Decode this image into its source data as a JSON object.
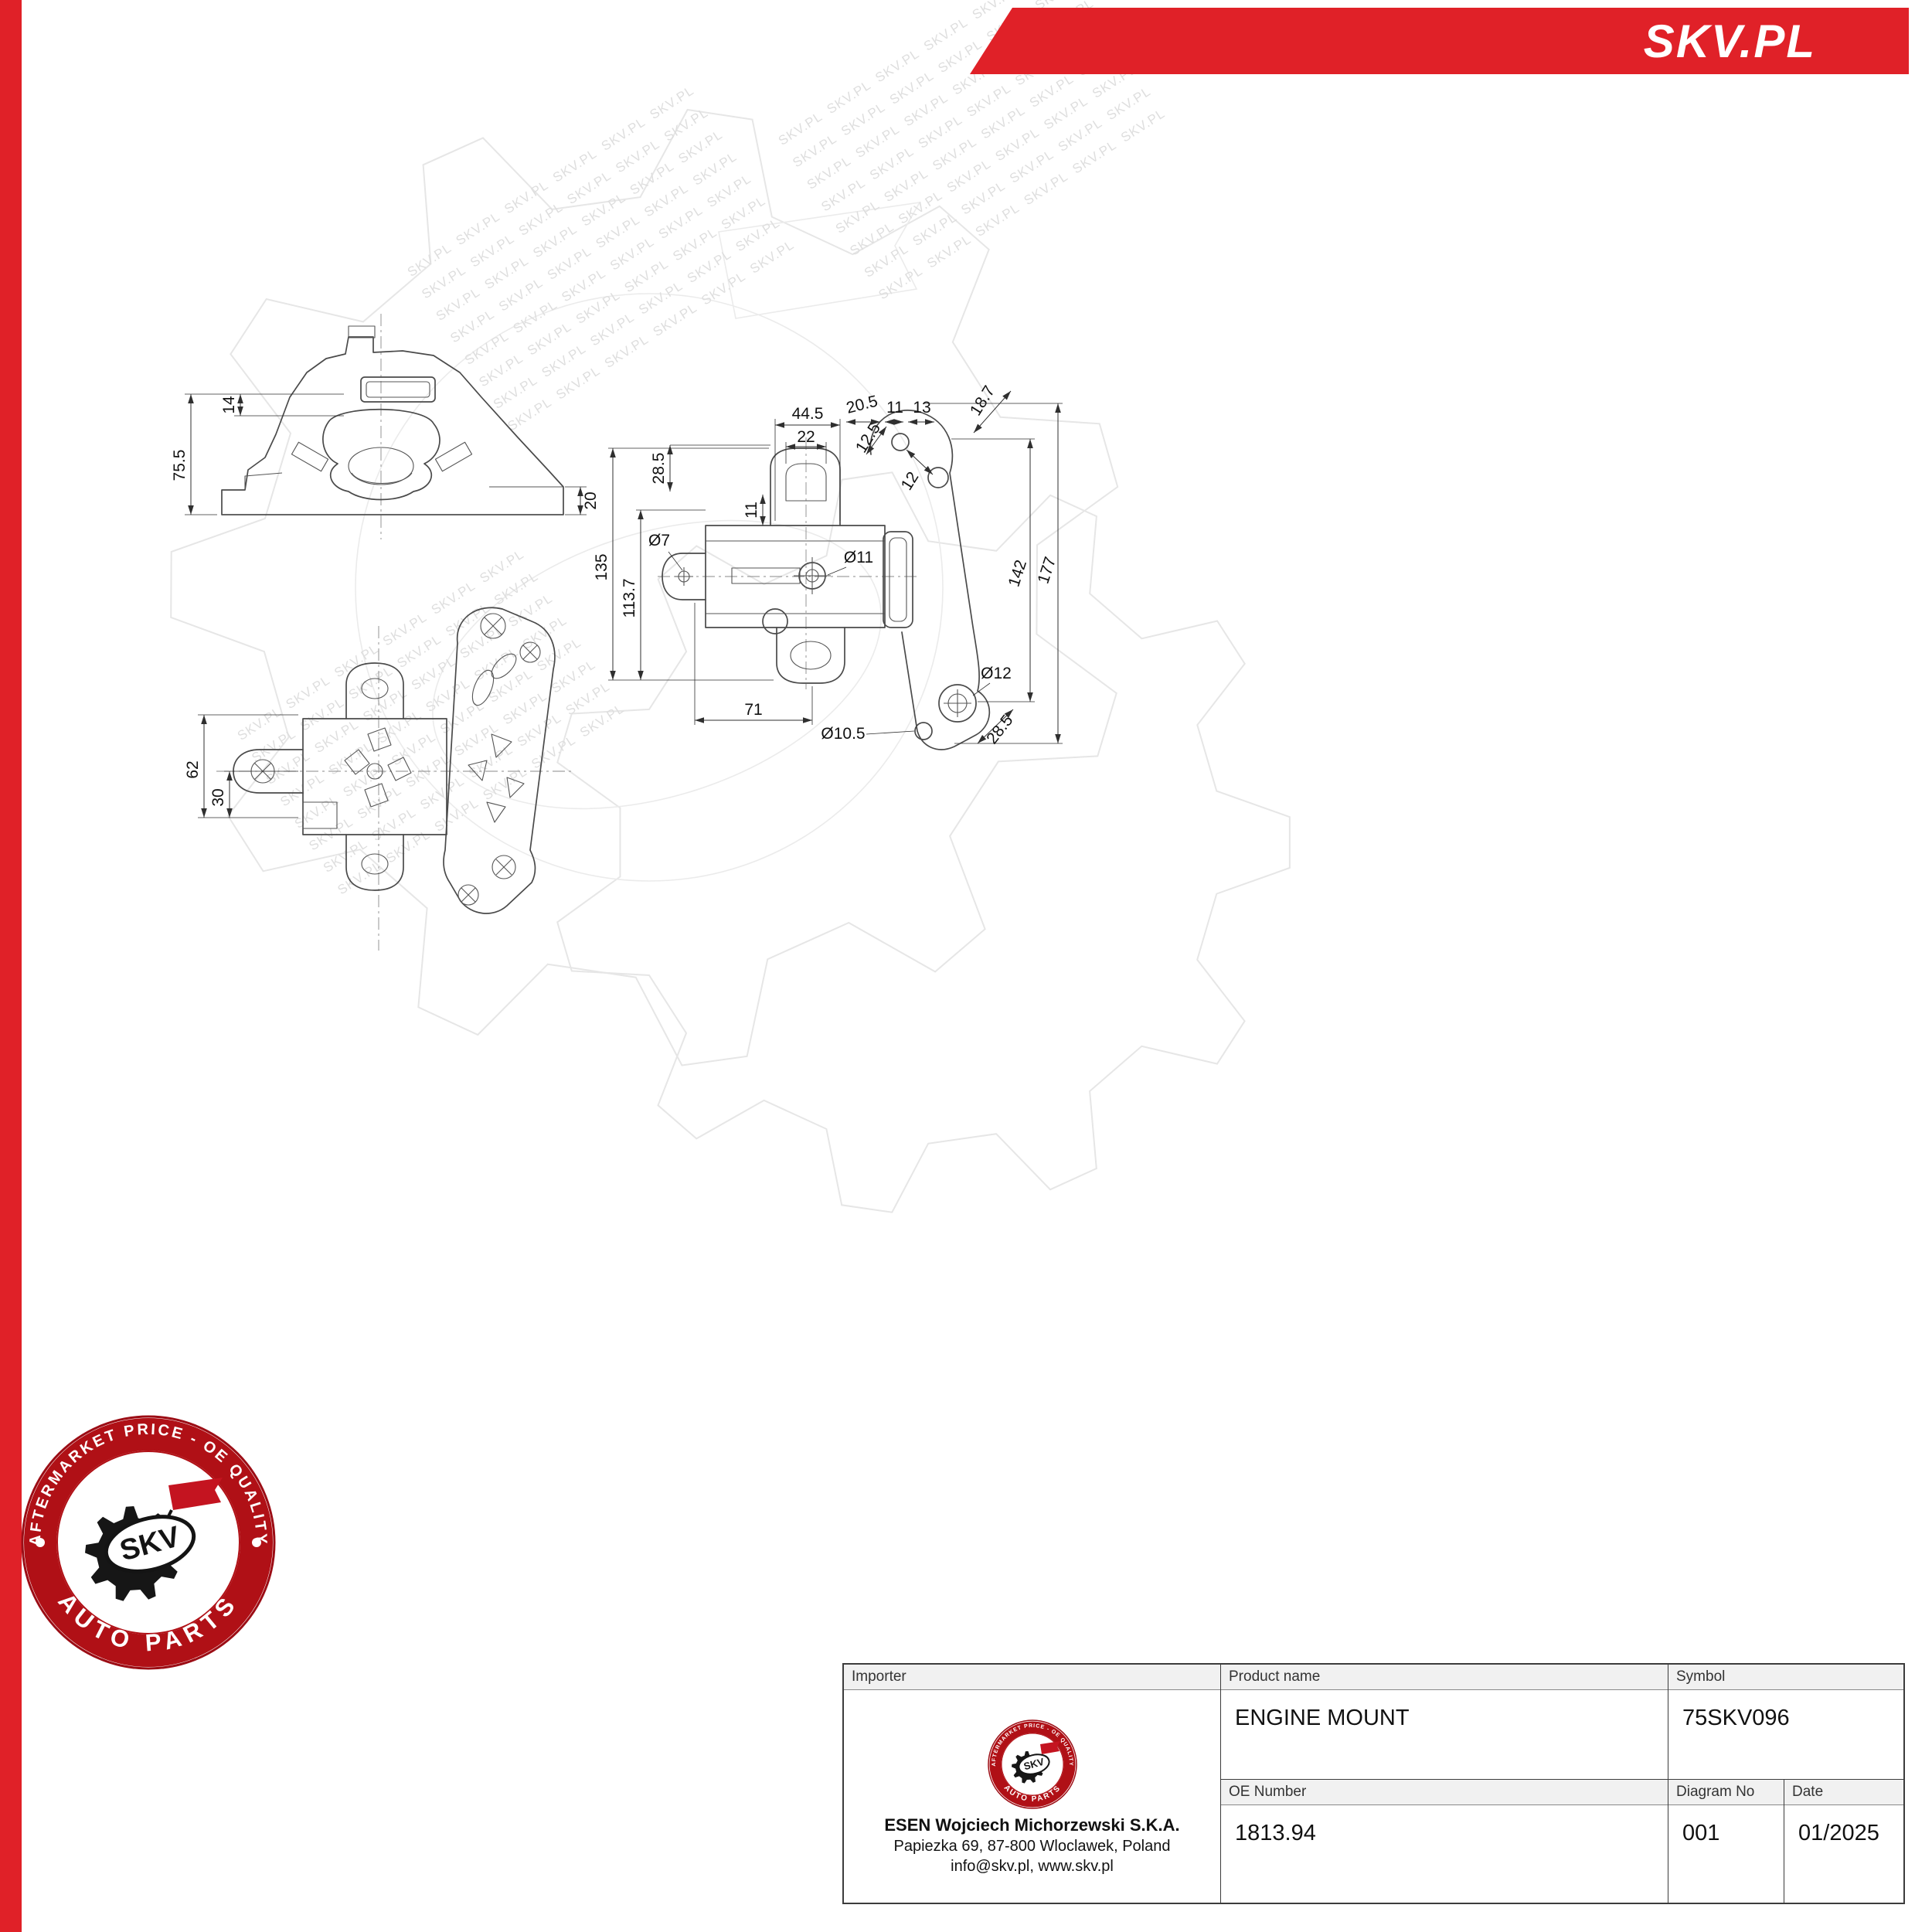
{
  "brand": {
    "logo_text": "SKV.PL",
    "accent": "#e02128",
    "ring_red": "#b01016"
  },
  "watermark": {
    "pattern": "SKV.PL  SKV.PL  SKV.PL  SKV.PL  SKV.PL  SKV.PL\nSKV.PL  SKV.PL  SKV.PL  SKV.PL  SKV.PL  SKV.PL\nSKV.PL  SKV.PL  SKV.PL  SKV.PL  SKV.PL  SKV.PL\nSKV.PL  SKV.PL  SKV.PL  SKV.PL  SKV.PL  SKV.PL\nSKV.PL  SKV.PL  SKV.PL  SKV.PL  SKV.PL  SKV.PL\nSKV.PL  SKV.PL  SKV.PL  SKV.PL  SKV.PL  SKV.PL\nSKV.PL  SKV.PL  SKV.PL  SKV.PL  SKV.PL  SKV.PL\nSKV.PL  SKV.PL  SKV.PL  SKV.PL  SKV.PL  SKV.PL"
  },
  "badge": {
    "arc_top": "AFTERMARKET PRICE - OE QUALITY",
    "arc_bottom": "AUTO PARTS",
    "center": "SKV"
  },
  "views": {
    "side": {
      "d_14": "14",
      "d_75_5": "75.5",
      "d_20": "20"
    },
    "front": {
      "d_62": "62",
      "d_30": "30"
    },
    "top": {
      "d_44_5": "44.5",
      "d_22": "22",
      "d_20_5": "20.5",
      "d_11_top": "11",
      "d_13": "13",
      "d_12_5": "12.5",
      "d_18_7": "18.7",
      "d_12": "12",
      "d_28_5_left": "28.5",
      "d_11_left": "11",
      "d_135": "135",
      "d_113_7": "113.7",
      "dia_7": "Ø7",
      "dia_11": "Ø11",
      "d_142": "142",
      "d_177": "177",
      "d_71": "71",
      "dia_12": "Ø12",
      "dia_10_5": "Ø10.5",
      "d_28_5_bottom": "28.5"
    }
  },
  "table": {
    "importer": {
      "label": "Importer",
      "company": "ESEN Wojciech Michorzewski S.K.A.",
      "address": "Papiezka 69, 87-800 Wloclawek, Poland",
      "contact": "info@skv.pl, www.skv.pl"
    },
    "product": {
      "label": "Product name",
      "value": "ENGINE MOUNT"
    },
    "symbol": {
      "label": "Symbol",
      "value": "75SKV096"
    },
    "oe": {
      "label": "OE Number",
      "value": "1813.94"
    },
    "diagram": {
      "label": "Diagram No",
      "value": "001"
    },
    "date": {
      "label": "Date",
      "value": "01/2025"
    }
  }
}
